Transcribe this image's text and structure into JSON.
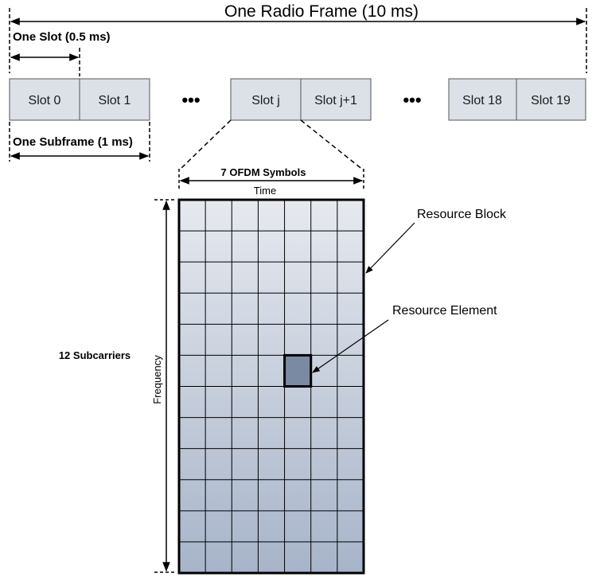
{
  "frame": {
    "title": "One Radio Frame (10 ms)"
  },
  "slot_span": {
    "label": "One Slot (0.5 ms)"
  },
  "subframe_span": {
    "label": "One Subframe (1 ms)"
  },
  "slots": {
    "group1": [
      "Slot 0",
      "Slot 1"
    ],
    "group2": [
      "Slot j",
      "Slot j+1"
    ],
    "group3": [
      "Slot 18",
      "Slot 19"
    ],
    "ellipsis": "•••"
  },
  "resource_block": {
    "symbols_label": "7 OFDM Symbols",
    "time_label": "Time",
    "subcarriers_label": "12 Subcarriers",
    "frequency_label": "Frequency",
    "columns": 7,
    "rows": 12,
    "block_label": "Resource Block",
    "element_label": "Resource Element",
    "highlighted_element": {
      "symbol": 5,
      "subcarrier": 6
    }
  },
  "colors": {
    "slot_fill": "#dce1e8",
    "slot_stroke": "#555555",
    "grid_top": "#e6e9ef",
    "grid_bottom": "#a7b4c9",
    "element_fill": "#7b8aa3"
  }
}
